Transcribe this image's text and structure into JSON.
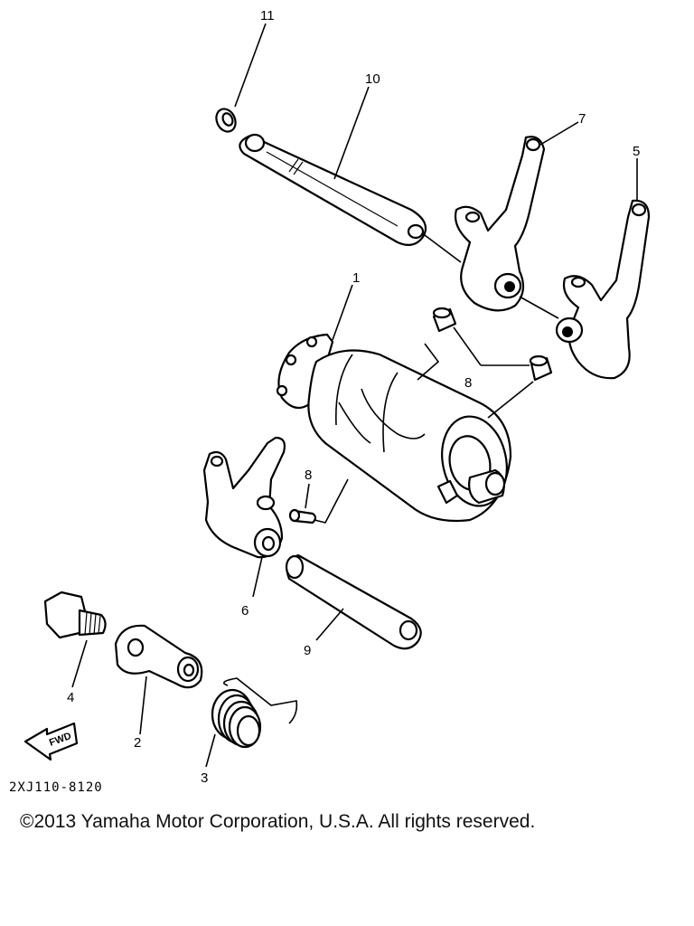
{
  "diagram": {
    "callouts": [
      {
        "id": "1",
        "label": "1"
      },
      {
        "id": "2",
        "label": "2"
      },
      {
        "id": "3",
        "label": "3"
      },
      {
        "id": "4",
        "label": "4"
      },
      {
        "id": "5",
        "label": "5"
      },
      {
        "id": "6",
        "label": "6"
      },
      {
        "id": "7",
        "label": "7"
      },
      {
        "id": "8a",
        "label": "8"
      },
      {
        "id": "8b",
        "label": "8"
      },
      {
        "id": "9",
        "label": "9"
      },
      {
        "id": "10",
        "label": "10"
      },
      {
        "id": "11",
        "label": "11"
      }
    ],
    "fwd_label": "FWD",
    "diagram_code": "2XJ110-8120"
  },
  "footer": {
    "copyright": "©2013 Yamaha Motor Corporation, U.S.A. All rights reserved."
  }
}
